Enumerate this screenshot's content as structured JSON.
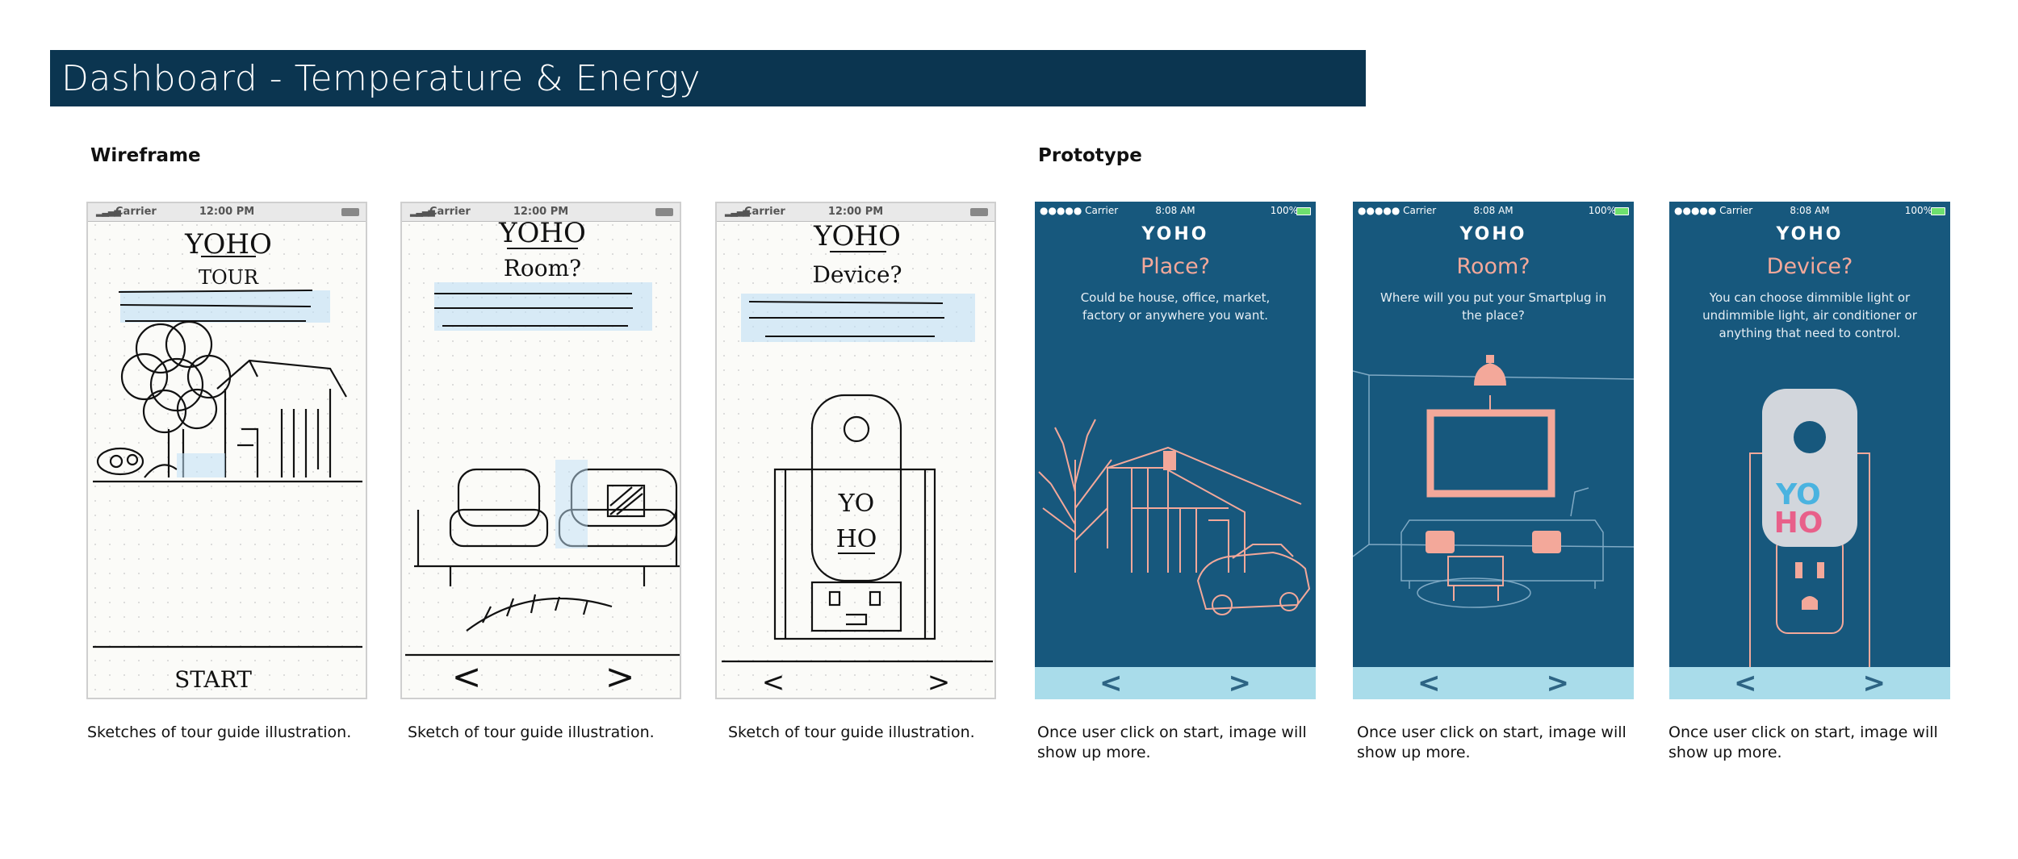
{
  "header": {
    "title": "Dashboard - Temperature & Energy"
  },
  "sections": {
    "wireframe": "Wireframe",
    "prototype": "Prototype"
  },
  "wireframes": [
    {
      "carrier": "Carrier",
      "time": "12:00 PM",
      "title": "YOHO",
      "subtitle": "TOUR",
      "footer": "START",
      "caption": "Sketches of tour guide illustration."
    },
    {
      "carrier": "Carrier",
      "time": "12:00 PM",
      "title": "YOHO",
      "subtitle": "Room?",
      "prev": "<",
      "next": ">",
      "caption": "Sketch of tour guide illustration."
    },
    {
      "carrier": "Carrier",
      "time": "12:00 PM",
      "title": "YOHO",
      "subtitle": "Device?",
      "device_logo_top": "YO",
      "device_logo_bottom": "HO",
      "prev": "<",
      "next": ">",
      "caption": "Sketch of tour guide illustration."
    }
  ],
  "prototypes": [
    {
      "carrier": "●●●●● Carrier",
      "time": "8:08 AM",
      "battery": "100%",
      "logo": "YOHO",
      "title": "Place?",
      "description": "Could be house, office, market, factory or anywhere you want.",
      "prev": "<",
      "next": ">",
      "caption": "Once user click on start, image will show up more."
    },
    {
      "carrier": "●●●●● Carrier",
      "time": "8:08 AM",
      "battery": "100%",
      "logo": "YOHO",
      "title": "Room?",
      "description": "Where will you put your Smartplug in the place?",
      "prev": "<",
      "next": ">",
      "caption": "Once user click on start, image will show up more."
    },
    {
      "carrier": "●●●●● Carrier",
      "time": "8:08 AM",
      "battery": "100%",
      "logo": "YOHO",
      "title": "Device?",
      "description": "You can choose dimmible light or undimmible light, air conditioner or anything that need to control.",
      "plug_logo_top": "YO",
      "plug_logo_bottom": "HO",
      "prev": "<",
      "next": ">",
      "caption": "Once user click on start, image will show up more."
    }
  ],
  "colors": {
    "banner": "#0b3550",
    "prototype_bg": "#17587d",
    "accent": "#f3a89a",
    "nav_bar": "#a9dcea"
  }
}
